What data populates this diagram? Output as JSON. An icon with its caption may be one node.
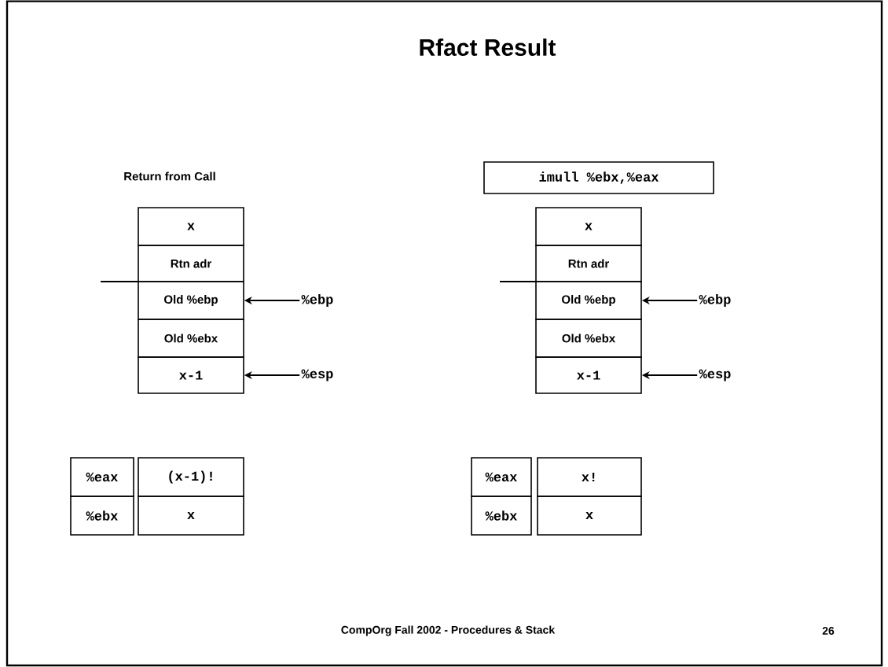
{
  "diagram": {
    "title": "Rfact Result",
    "nodes": [
      {
        "text": [
          "x"
        ]
      },
      {
        "text": [
          "Rtn adr"
        ]
      },
      {
        "text": [
          "Old %ebp"
        ]
      },
      {
        "text": [
          "Old %ebx"
        ]
      },
      {
        "text": [
          "x-1"
        ]
      },
      {
        "text": [
          "%ebp"
        ]
      },
      {
        "text": [
          "%esp"
        ]
      },
      {
        "text": [
          "imull %ebx,%eax"
        ]
      },
      {
        "text": [
          "x"
        ]
      },
      {
        "text": [
          "Rtn adr"
        ]
      },
      {
        "text": [
          "Old %ebp"
        ]
      },
      {
        "text": [
          "Old %ebx"
        ]
      },
      {
        "text": [
          "x-1"
        ]
      },
      {
        "text": [
          "%ebp"
        ]
      },
      {
        "text": [
          "%esp"
        ]
      },
      {
        "text": [
          "%eax"
        ]
      },
      {
        "text": [
          "(x-1)!"
        ]
      },
      {
        "text": [
          "%ebx"
        ]
      },
      {
        "text": [
          "x"
        ]
      },
      {
        "text": [
          "%eax"
        ]
      },
      {
        "text": [
          "x!"
        ]
      },
      {
        "text": [
          "%ebx"
        ]
      },
      {
        "text": [
          "x"
        ]
      }
    ],
    "edges": [
      {
        "from": 5,
        "to": 2,
        "arrow": "to"
      },
      {
        "from": 6,
        "to": 4,
        "arrow": "to"
      },
      {
        "from": 13,
        "to": 10,
        "arrow": "to"
      },
      {
        "from": 14,
        "to": 12,
        "arrow": "to"
      }
    ],
    "labels": [
      "Return from Call",
      "CompOrg Fall 2002 - Procedures & Stack",
      "26"
    ]
  }
}
